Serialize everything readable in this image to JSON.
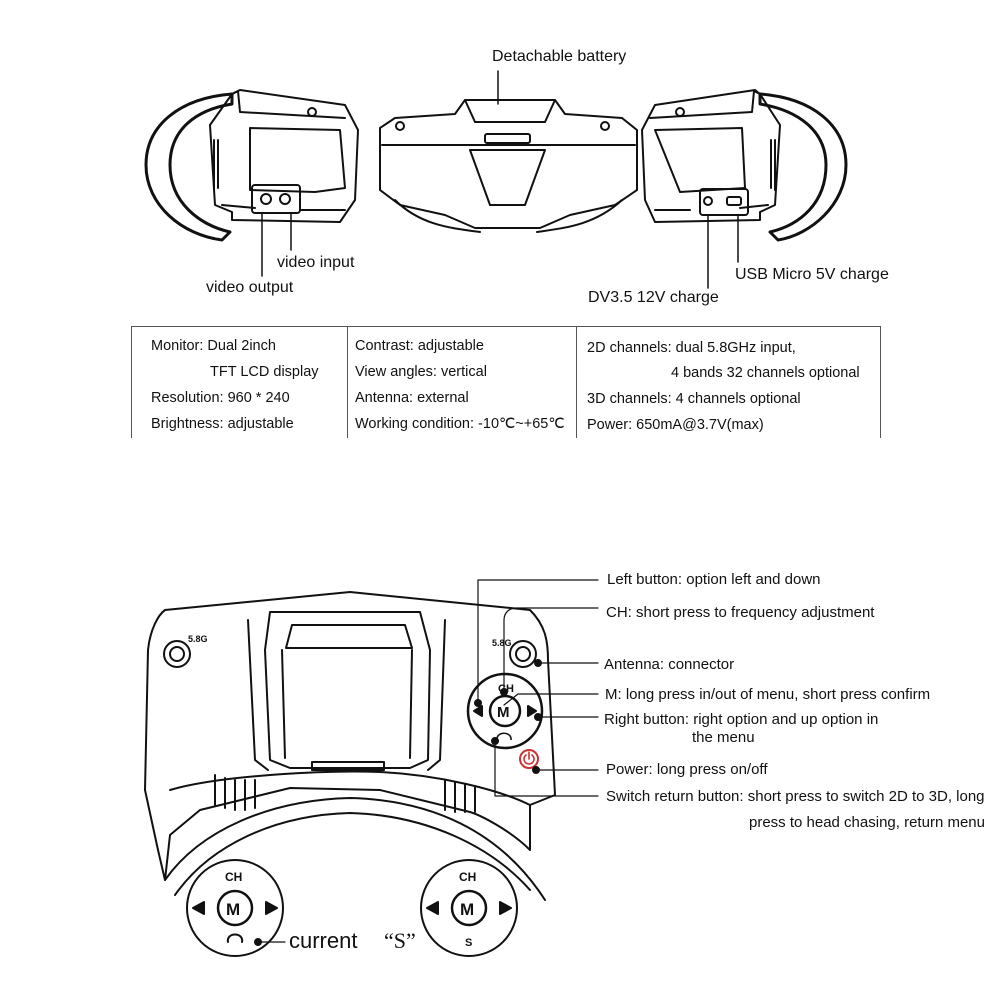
{
  "top_labels": {
    "battery": "Detachable battery",
    "video_input": "video input",
    "video_output": "video output",
    "usb_charge": "USB Micro 5V charge",
    "dc_charge": "DV3.5 12V charge"
  },
  "specs": {
    "col1": [
      "Monitor: Dual 2inch",
      "TFT LCD display",
      "Resolution: 960 * 240",
      "Brightness: adjustable"
    ],
    "col2": [
      "Contrast: adjustable",
      "View angles: vertical",
      "Antenna: external",
      "Working condition: -10℃~+65℃"
    ],
    "col3": [
      "2D channels: dual 5.8GHz input,",
      "4 bands 32 channels optional",
      "3D channels: 4 channels optional",
      "Power: 650mA@3.7V(max)"
    ]
  },
  "callouts": {
    "left_button": "Left button: option left and down",
    "ch": "CH: short press to frequency adjustment",
    "antenna": "Antenna: connector",
    "m": "M: long press in/out of menu, short press confirm",
    "right_line1": "Right button: right option and up option in",
    "right_line2": "the menu",
    "power": "Power: long press on/off",
    "switch_line1": "Switch return button: short press to switch 2D to 3D, long",
    "switch_line2": "press to head chasing, return menu"
  },
  "device_marks": {
    "freq_left": "5.8G",
    "freq_right": "5.8G",
    "ch": "CH",
    "m": "M",
    "s": "S"
  },
  "bottom": {
    "current_label": "current",
    "s_label": "“S”"
  },
  "icons": [
    "triangle-left-icon",
    "triangle-right-icon",
    "return-icon",
    "power-icon",
    "antenna-connector-icon"
  ]
}
